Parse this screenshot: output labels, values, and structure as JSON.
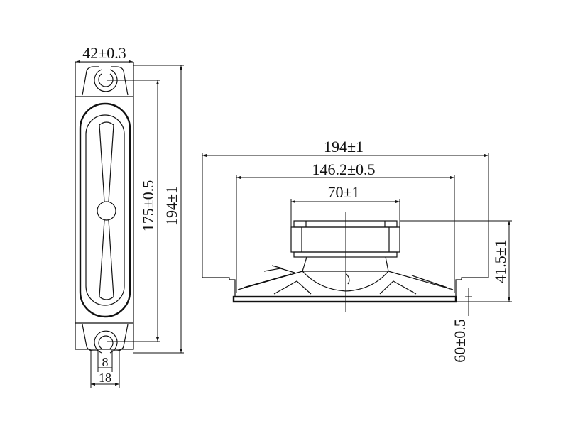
{
  "front_view": {
    "width_dim": "42±0.3",
    "hole_pitch_dim": "175±0.5",
    "length_dim": "194±1",
    "slot_width_dim": "8",
    "tab_width_dim": "18"
  },
  "side_view": {
    "overall_width_dim": "194±1",
    "cone_width_dim": "146.2±0.5",
    "magnet_dia_dim": "70±1",
    "height_dim": "41.5±1",
    "flange_dim": "60±0.5"
  },
  "colors": {
    "line": "#111111",
    "background": "#ffffff"
  }
}
